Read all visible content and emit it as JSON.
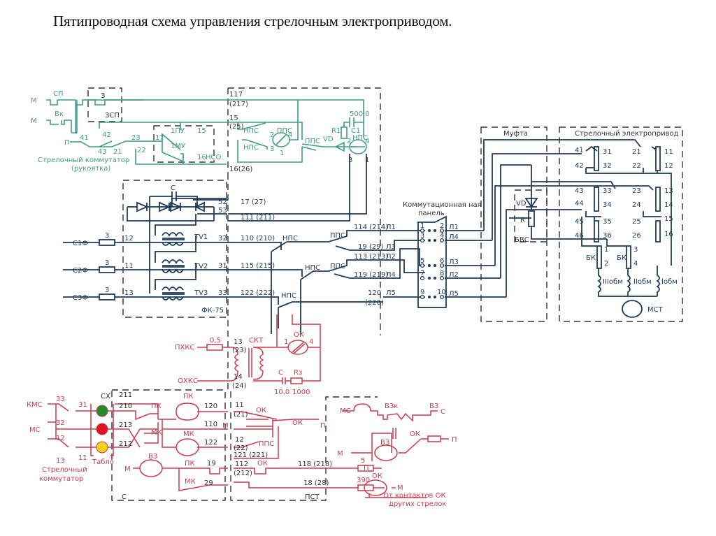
{
  "title": "Пятипроводная схема управления стрелочным электроприводом.",
  "colors": {
    "control_green": "#3d9c84",
    "power_blue": "#1f3a5c",
    "indication_red": "#cc3a4a",
    "lamp_green": "#1e8c2e",
    "lamp_red": "#e0141e",
    "lamp_yellow": "#f2d21a"
  },
  "green_section": {
    "m1": "М",
    "sp": "СП",
    "m2": "М",
    "vk": "Вк",
    "p": "П",
    "z": "З",
    "zsp": "ЗСП",
    "c41": "41",
    "c42": "42",
    "c43": "43",
    "c21": "21",
    "c23": "23",
    "c22": "22",
    "c17": "17",
    "c15": "15",
    "c16": "16",
    "npu": "1ПУ",
    "mu": "1МУ",
    "nso": "НСО",
    "switch_label_1": "Стрелочный коммутатор",
    "switch_label_2": "(рукоятка)",
    "t117": "117",
    "t217": "(217)",
    "t15": "15",
    "t25": "(25)",
    "t1626": "16(26)",
    "nps1": "НПС",
    "nps2": "НПС",
    "pps_coil": "ППС",
    "pps_c": "ППС",
    "n2": "2",
    "n4": "4",
    "n3": "3",
    "n1": "1",
    "vd": "VD",
    "r1": "R1",
    "c1": "C1",
    "c1_val": "500,0",
    "nps_coil": "НПС",
    "m2n": "2",
    "m4n": "4",
    "m3n": "3",
    "m1n": "1"
  },
  "blue_section": {
    "c": "С",
    "tv1": "TV1",
    "tv2": "TV2",
    "tv3": "TV3",
    "fk": "ФК-75",
    "c1f": "С1Ф",
    "c2f": "С2Ф",
    "c3f": "С3Ф",
    "f1": "3",
    "f2": "3",
    "f3": "3",
    "t12": "12",
    "t11": "11",
    "t13": "13",
    "t52": "52",
    "t53": "53",
    "t32": "32",
    "t31": "31",
    "t33": "33",
    "w17": "17 (27)",
    "w111": "111 (211)",
    "w110": "110 (210)",
    "w115": "115 (215)",
    "w122": "122 (222)",
    "nps_a": "НПС",
    "nps_b": "НПС",
    "nps_c": "НПС",
    "pps_a": "ППС",
    "pps_b": "ППС",
    "w114": "114 (214)",
    "w19": "19 (29)",
    "w113": "113 (213)",
    "w119": "119 (219)",
    "w120": "120",
    "w220": "(220)",
    "l1": "Л1",
    "l3": "Л3",
    "l2": "Л2",
    "l4": "Л4",
    "l5": "Л5",
    "panel_label_1": "Коммутационная ная",
    "panel_label_2": "панель",
    "p1": "1",
    "p2": "2",
    "p3": "3",
    "p4": "4",
    "p5": "5",
    "p6": "6",
    "p7": "7",
    "p8": "8",
    "p9": "9",
    "p10": "10",
    "o1": "Л1",
    "o4": "Л4",
    "o3": "Л3",
    "o2": "Л2",
    "o5": "Л5"
  },
  "drive_section": {
    "mufta": "Муфта",
    "drive": "Стрелочный электропривод",
    "vd": "VD",
    "r": "R",
    "bvs": "БВС",
    "k41": "41",
    "k31": "31",
    "k42": "42",
    "k32": "32",
    "k21": "21",
    "k11": "11",
    "k22": "22",
    "k12": "12",
    "k43": "43",
    "k33": "33",
    "k44": "44",
    "k34": "34",
    "k23": "23",
    "k13": "13",
    "k24": "24",
    "k14": "14",
    "k45": "45",
    "k35": "35",
    "k46": "46",
    "k36": "36",
    "k25": "25",
    "k15": "15",
    "k26": "26",
    "k16": "16",
    "bk1": "БК",
    "bk2": "БК",
    "b1": "1",
    "b2": "2",
    "b3": "3",
    "b4": "4",
    "w3": "IIIобм",
    "w2": "IIобм",
    "w1": "Iобм",
    "motor": "МСТ"
  },
  "red_section": {
    "pxks": "ПХКС",
    "oxks": "ОХКС",
    "f05": "0,5",
    "t13": "13",
    "t23": "(23)",
    "t14": "14",
    "t24": "(24)",
    "skt": "СКТ",
    "ok": "ОК",
    "ok1": "1",
    "ok4": "4",
    "c": "С",
    "c_val": "10,0",
    "r": "Rз",
    "r_val": "1000",
    "kms": "КМС",
    "ms": "МС",
    "s33": "33",
    "s31": "31",
    "s32": "32",
    "s12": "12",
    "s13": "13",
    "s11": "11",
    "switch_1": "Стрелочный",
    "switch_2": "коммутатор",
    "tablo": "Табло",
    "sx": "СХ",
    "t211": "211",
    "t210": "210",
    "t213": "213",
    "t212": "212",
    "pk1": "ПК",
    "mk1": "МК",
    "pk_coil": "ПК",
    "mk_coil": "МК",
    "t120": "120",
    "t110": "110",
    "m1": "М",
    "t122": "122",
    "m2": "М",
    "vz": "ВЗ",
    "pk2": "ПК",
    "mk2": "МК",
    "t19": "19",
    "t29": "29",
    "c_box": "С",
    "t11": "11",
    "t21": "(21)",
    "ok_a": "ОК",
    "ok_b": "ОК",
    "p1": "П",
    "t12b": "12",
    "t22": "(22)",
    "pps": "ППС",
    "t121": "121 (221)",
    "t112": "112",
    "t212b": "(212)",
    "ok_c": "ОК",
    "t118": "118 (218)",
    "t18": "18 (28)",
    "pst": "ПСТ",
    "ms2": "МС",
    "vzk": "ВЗк",
    "vz2": "ВЗ",
    "c2": "С",
    "vz3": "ВЗ",
    "ok_d": "ОК",
    "p2": "П",
    "m3": "М",
    "r5": "5",
    "p3": "П",
    "r390": "390",
    "ok_coil": "ОК",
    "m4": "М",
    "note_1": "От контактов ОК",
    "note_2": "других стрелок"
  }
}
